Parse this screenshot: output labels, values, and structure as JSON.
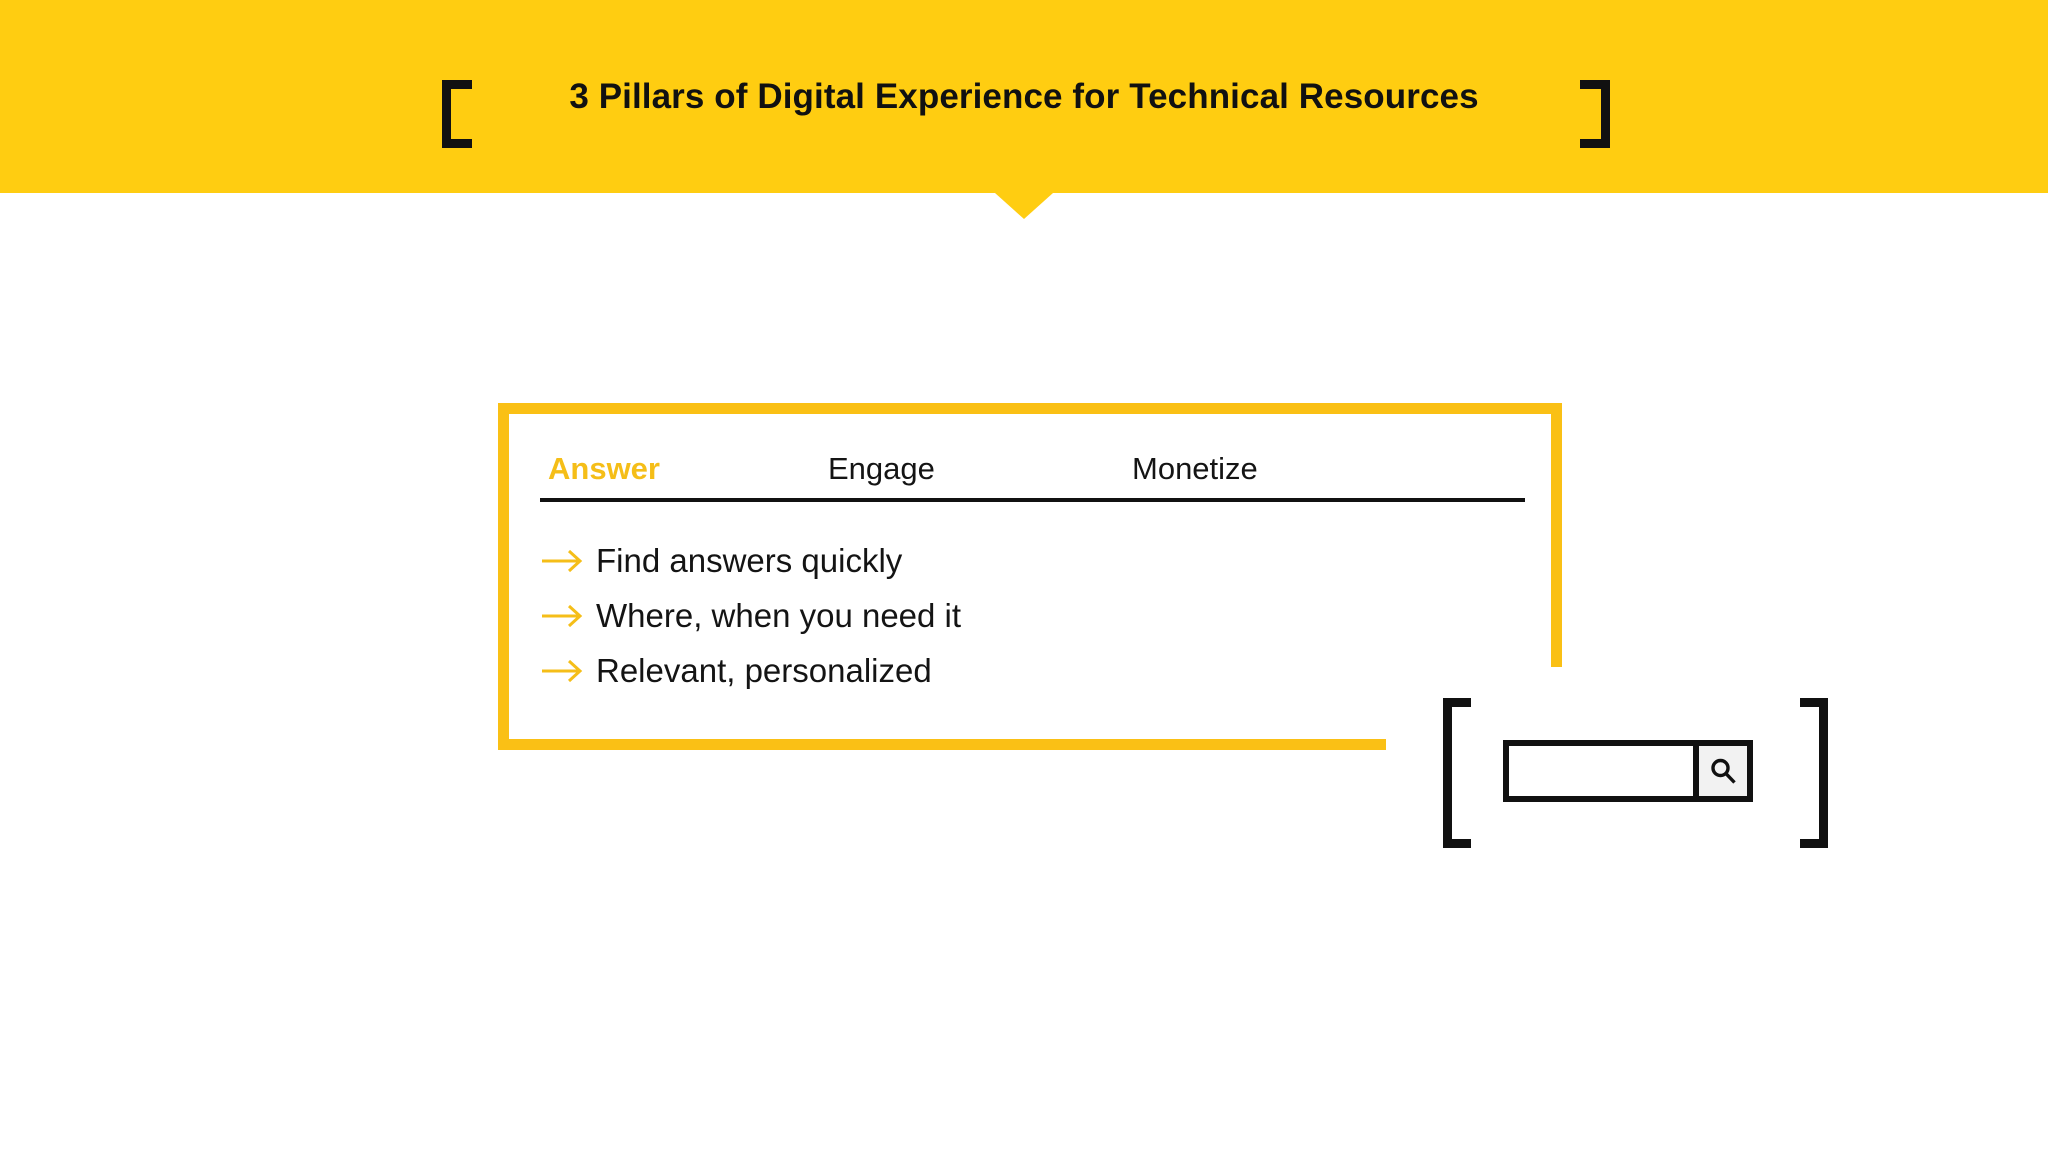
{
  "header": {
    "title": "3 Pillars of Digital Experience for Technical Resources",
    "band_color": "#FFCD11",
    "bracket_left": "bracket-left-icon",
    "bracket_right": "bracket-right-icon"
  },
  "card": {
    "border_color": "#FAC015",
    "tabs": [
      {
        "label": "Answer",
        "active": true,
        "color": "#F5BE18"
      },
      {
        "label": "Engage",
        "active": false,
        "color": "#141414"
      },
      {
        "label": "Monetize",
        "active": false,
        "color": "#141414"
      }
    ],
    "bullets": [
      {
        "arrow": "arrow-right-icon",
        "text": "Find answers quickly"
      },
      {
        "arrow": "arrow-right-icon",
        "text": "Where, when you need it"
      },
      {
        "arrow": "arrow-right-icon",
        "text": "Relevant, personalized"
      }
    ],
    "arrow_color": "#F5BE18",
    "underline_color": "#111111"
  },
  "search": {
    "value": "",
    "placeholder": "",
    "submit_icon": "magnifier-icon",
    "button_fill": "#F2F2F2",
    "bracket_left": "bracket-left-icon",
    "bracket_right": "bracket-right-icon"
  }
}
